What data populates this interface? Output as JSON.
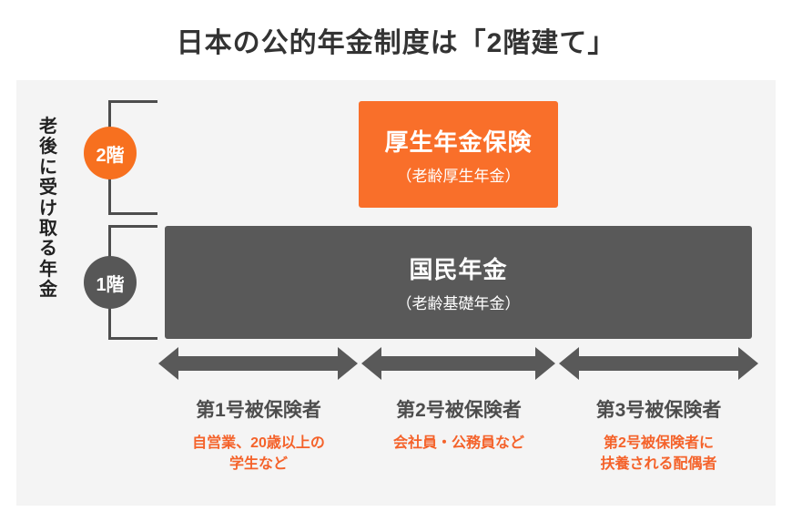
{
  "title": "日本の公的年金制度は「2階建て」",
  "panel": {
    "vertical_axis_label": "老後に受け取る年金",
    "vertical_axis_chars": [
      "老",
      "後",
      "に",
      "受",
      "け",
      "取",
      "る",
      "年",
      "金"
    ],
    "tiers": [
      {
        "circle_label": "2階",
        "circle_color": "#f7701f",
        "box_title": "厚生年金保険",
        "box_sub": "（老齢厚生年金）",
        "box_color": "#f96f2a"
      },
      {
        "circle_label": "1階",
        "circle_color": "#575757",
        "box_title": "国民年金",
        "box_sub": "（老齢基礎年金）",
        "box_color": "#595959"
      }
    ],
    "arrow_color": "#595959",
    "categories": [
      {
        "title": "第1号被保険者",
        "sub_lines": [
          "自営業、20歳以上の",
          "学生など"
        ]
      },
      {
        "title": "第2号被保険者",
        "sub_lines": [
          "会社員・公務員など"
        ]
      },
      {
        "title": "第3号被保険者",
        "sub_lines": [
          "第2号被保険者に",
          "扶養される配偶者"
        ]
      }
    ]
  },
  "colors": {
    "accent_orange": "#f4622a",
    "dark_gray": "#595959",
    "panel_bg": "#f4f4f4",
    "title_text": "#333333"
  }
}
